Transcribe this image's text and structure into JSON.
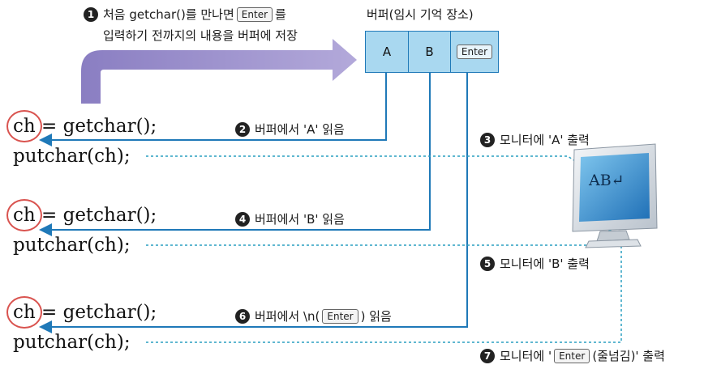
{
  "step1": {
    "num": "1",
    "text_a": "처음 getchar()를 만나면",
    "key": "Enter",
    "text_b": "를",
    "line2": "입력하기 전까지의 내용을 버퍼에 저장"
  },
  "buffer": {
    "title": "버퍼(임시 기억 장소)",
    "cells": [
      "A",
      "B"
    ],
    "enter_key": "Enter"
  },
  "code": {
    "ch": "ch",
    "assign": " = getchar();",
    "put": "putchar(ch);"
  },
  "step2": {
    "num": "2",
    "text": "버퍼에서 'A' 읽음"
  },
  "step3": {
    "num": "3",
    "text": "모니터에 'A' 출력"
  },
  "step4": {
    "num": "4",
    "text": "버퍼에서 'B' 읽음"
  },
  "step5": {
    "num": "5",
    "text": "모니터에 'B' 출력"
  },
  "step6": {
    "num": "6",
    "text_a": "버퍼에서 \\n(",
    "key": "Enter",
    "text_b": ") 읽음"
  },
  "step7": {
    "num": "7",
    "text_a": "모니터에 '",
    "key": "Enter",
    "text_b": "(줄넘김)' 출력"
  },
  "monitor": {
    "screen_text": "AB↵"
  },
  "colors": {
    "arrow": "#1f79b8",
    "dotted": "#2a9fc0",
    "big_arrow": "#9b8fc9",
    "cell": "#a9d8f0",
    "circle": "#d9534f"
  }
}
